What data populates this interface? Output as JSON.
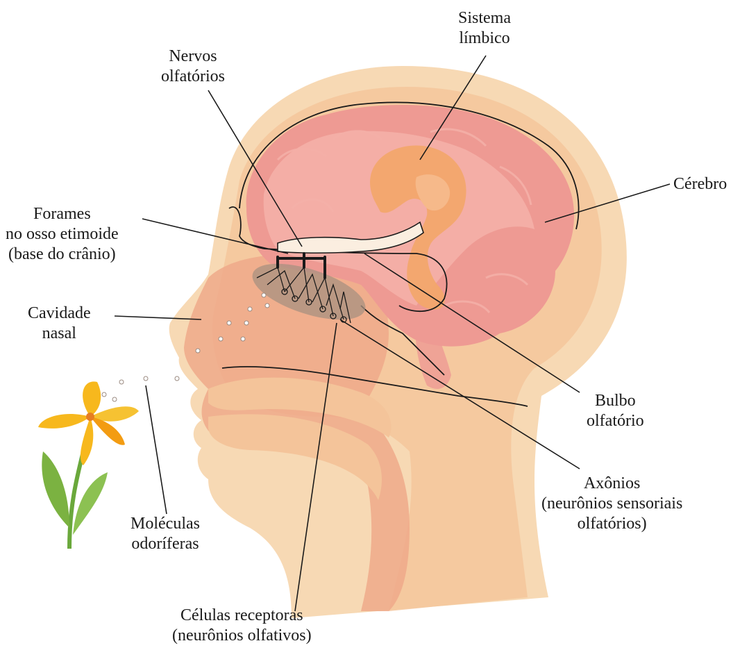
{
  "labels": {
    "sistema_limbico": [
      "Sistema",
      "límbico"
    ],
    "nervos_olfatorios": [
      "Nervos",
      "olfatórios"
    ],
    "cerebro": [
      "Cérebro"
    ],
    "forames": [
      "Forames",
      "no osso etimoide",
      "(base do crânio)"
    ],
    "cavidade_nasal": [
      "Cavidade",
      "nasal"
    ],
    "bulbo_olfatorio": [
      "Bulbo",
      "olfatório"
    ],
    "axonios": [
      "Axônios",
      "(neurônios sensoriais",
      "olfatórios)"
    ],
    "moleculas": [
      "Moléculas",
      "odoríferas"
    ],
    "celulas_receptoras": [
      "Células receptoras",
      "(neurônios olfativos)"
    ]
  },
  "colors": {
    "head_outer": "#f7d9b4",
    "head_inner": "#f4c49a",
    "tissue": "#efa98a",
    "brain": "#ee9a93",
    "brain_highlight": "#f6b7ae",
    "limbic": "#f2a66b",
    "flower_petal": "#f7b81d",
    "leaf": "#7bb241",
    "line": "#1a1a1a"
  }
}
